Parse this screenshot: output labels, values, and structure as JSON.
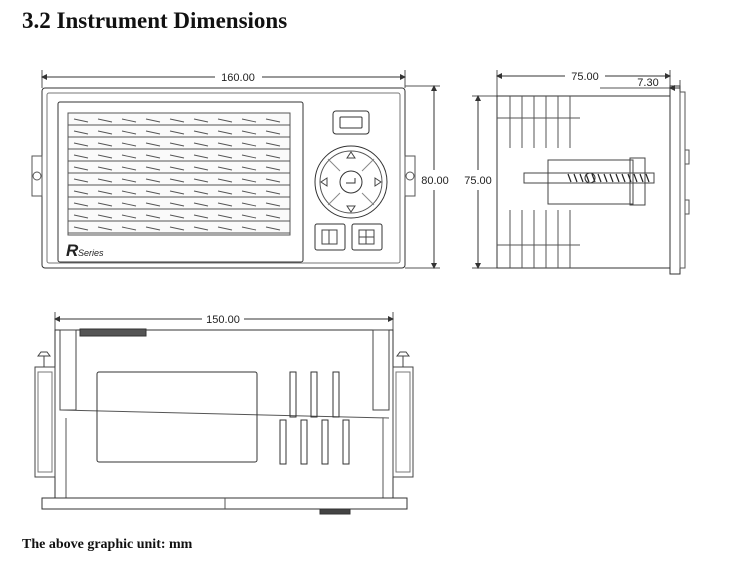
{
  "page": {
    "title": "3.2 Instrument Dimensions",
    "footnote": "The above graphic unit: mm"
  },
  "front_view": {
    "width_label": "160.00",
    "height_label": "80.00",
    "logo_text": "R",
    "logo_sub": "Series"
  },
  "side_view": {
    "depth_label": "75.00",
    "bezel_label": "7.30",
    "height_label": "75.00"
  },
  "bottom_view": {
    "width_label": "150.00"
  },
  "colors": {
    "line": "#333333",
    "light_line": "#777777",
    "fill_light": "#eeeeee"
  }
}
